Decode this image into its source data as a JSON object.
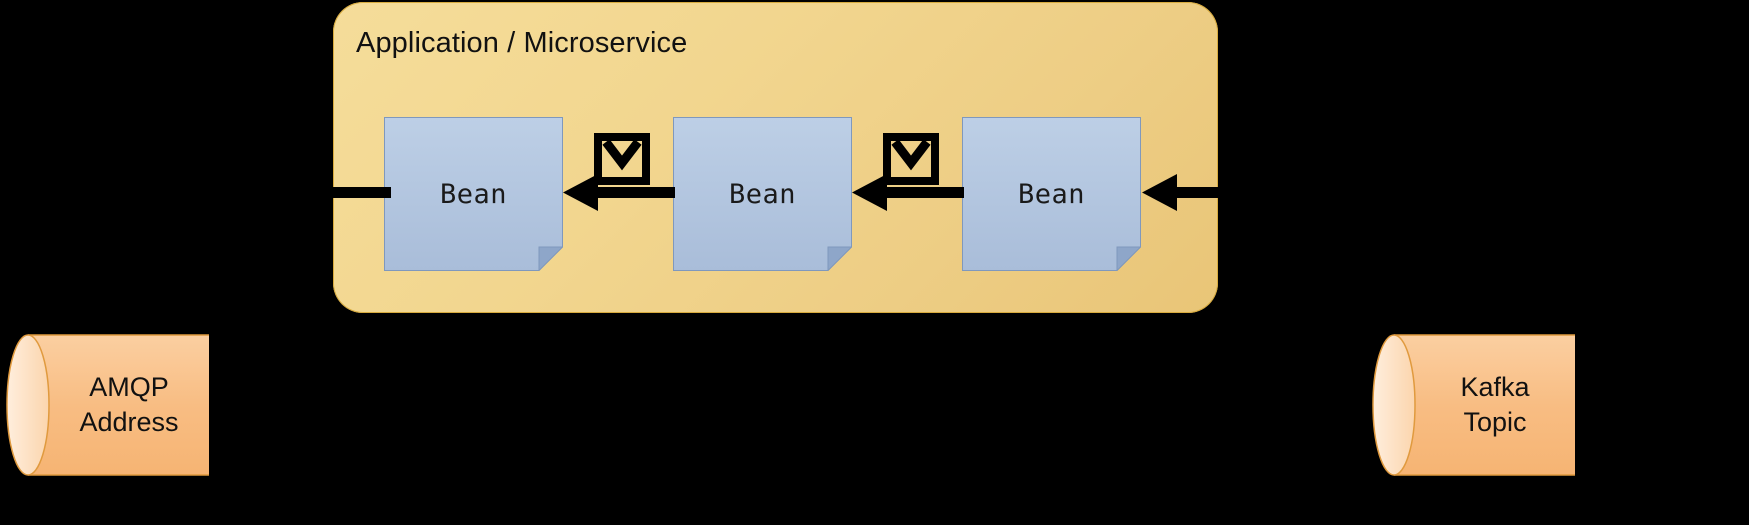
{
  "diagram": {
    "title": "Application / Microservice",
    "background_color": "#000000",
    "panel": {
      "label": "Application / Microservice",
      "fill_color": "#f2d68f",
      "border_color": "#d8ab3e"
    },
    "beans": [
      {
        "label": "Bean"
      },
      {
        "label": "Bean"
      },
      {
        "label": "Bean"
      }
    ],
    "bean_style": {
      "fill_color": "#b3c6e1",
      "border_color": "#7f98bd"
    },
    "messages": [
      {
        "icon": "envelope-icon"
      },
      {
        "icon": "envelope-icon"
      }
    ],
    "endpoints": [
      {
        "id": "amqp-address",
        "line1": "AMQP",
        "line2": "Address",
        "fill_color": "#f7bd7f",
        "border_color": "#e09a3e",
        "side": "left"
      },
      {
        "id": "kafka-topic",
        "line1": "Kafka",
        "line2": "Topic",
        "fill_color": "#f7bd7f",
        "border_color": "#e09a3e",
        "side": "right"
      }
    ],
    "flow": {
      "direction": "right-to-left",
      "arrow_color": "#000000",
      "description": "Messages flow from Kafka Topic through three Beans out to AMQP Address"
    }
  }
}
